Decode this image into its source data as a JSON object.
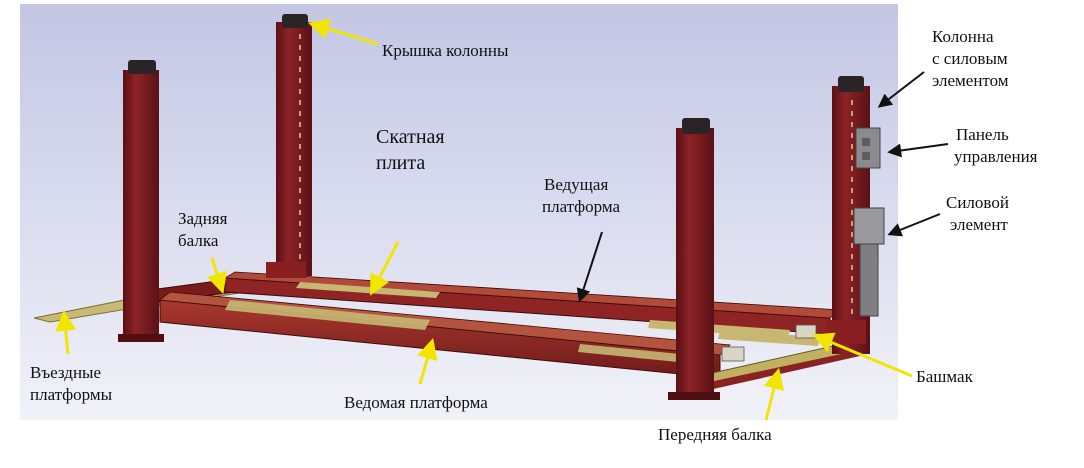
{
  "labels": {
    "column_cap": "Крышка колонны",
    "power_column": [
      "Колонна",
      "с силовым",
      "элементом"
    ],
    "control_panel": [
      "Панель",
      "управления"
    ],
    "power_unit": [
      "Силовой",
      "элемент"
    ],
    "shoe": "Башмак",
    "front_beam": "Передняя балка",
    "driven_platform": "Ведомая платформа",
    "entry_platforms": [
      "Въездные",
      "платформы"
    ],
    "rear_beam": [
      "Задняя",
      "балка"
    ],
    "ramp_plate": [
      "Скатная",
      "плита"
    ],
    "drive_platform": [
      "Ведущая",
      "платформа"
    ]
  },
  "colors": {
    "column": "#7a1a1e",
    "column_dark": "#4f0e12",
    "platform": "#a3322a",
    "platform_top": "#b9a866",
    "plate": "#c7b773",
    "cap": "#2a2426",
    "yellow_arrow": "#f2e600",
    "black_arrow": "#111111",
    "bg_top": "#c6c9e6",
    "bg_bottom": "#eef0f8"
  }
}
